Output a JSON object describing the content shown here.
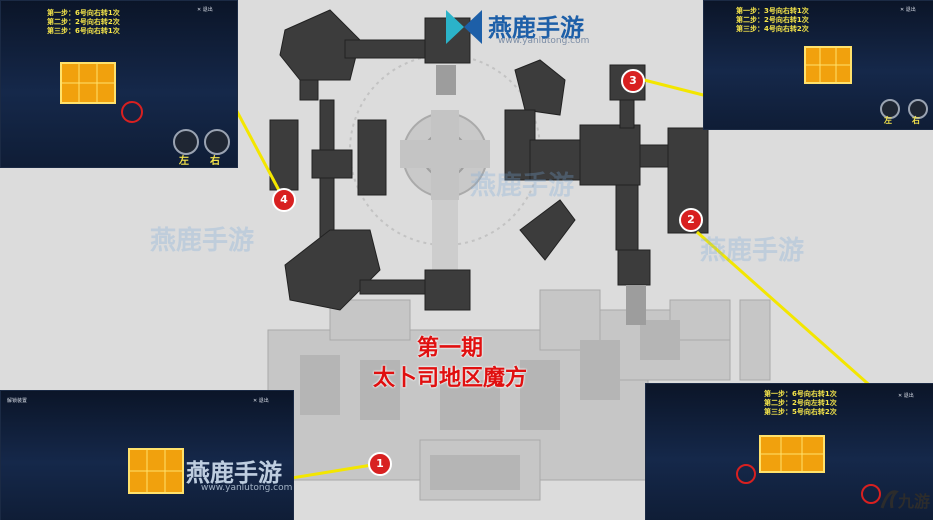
{
  "brand": {
    "name": "燕鹿手游",
    "url": "www.yanlutong.com"
  },
  "title": {
    "line1": "第一期",
    "line2": "太卜司地区魔方"
  },
  "markers": [
    "1",
    "2",
    "3",
    "4"
  ],
  "insets": {
    "top_left": {
      "steps": [
        "第一步：6号向右转1次",
        "第二步：2号向右转2次",
        "第三步：6号向右转1次"
      ],
      "left_label": "左",
      "right_label": "右"
    },
    "top_right": {
      "steps": [
        "第一步：3号向右转1次",
        "第二步：2号向右转1次",
        "第三步：4号向右转2次"
      ],
      "left_label": "左",
      "right_label": "右"
    },
    "bottom_right": {
      "steps": [
        "第一步：6号向右转1次",
        "第二步：2号向左转1次",
        "第三步：5号向右转2次"
      ]
    },
    "bottom_left": {
      "caption": "解锁装置"
    }
  },
  "footer_logo": "九游",
  "colors": {
    "marker": "#d82020",
    "title": "#e01010",
    "steps": "#f6e64a",
    "connector": "#f3e600",
    "brand": "#1d5fa8"
  }
}
